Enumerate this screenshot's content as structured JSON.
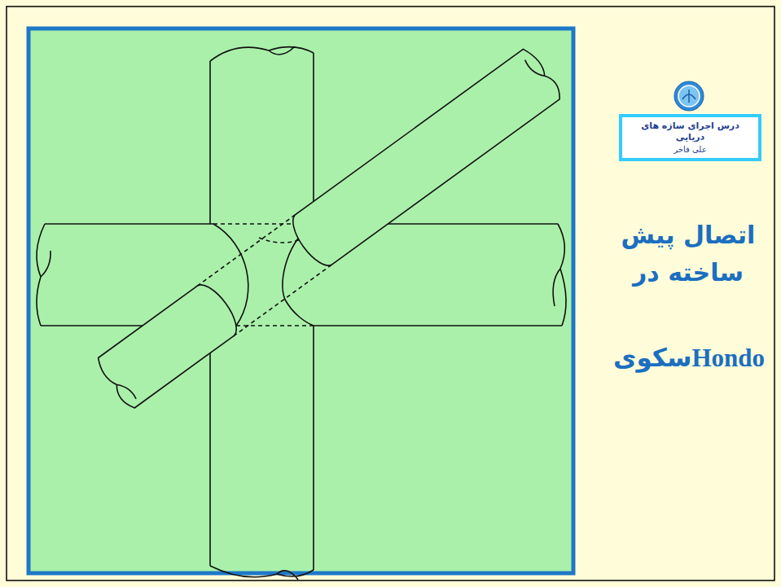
{
  "diagram": {
    "title": "اتصال پیش ساخته در",
    "nodes": [
      {
        "text": [
          "درس اجرای سازه های دریایی",
          "علی فاخر"
        ]
      }
    ],
    "labels": [
      "سکویHondo"
    ]
  }
}
